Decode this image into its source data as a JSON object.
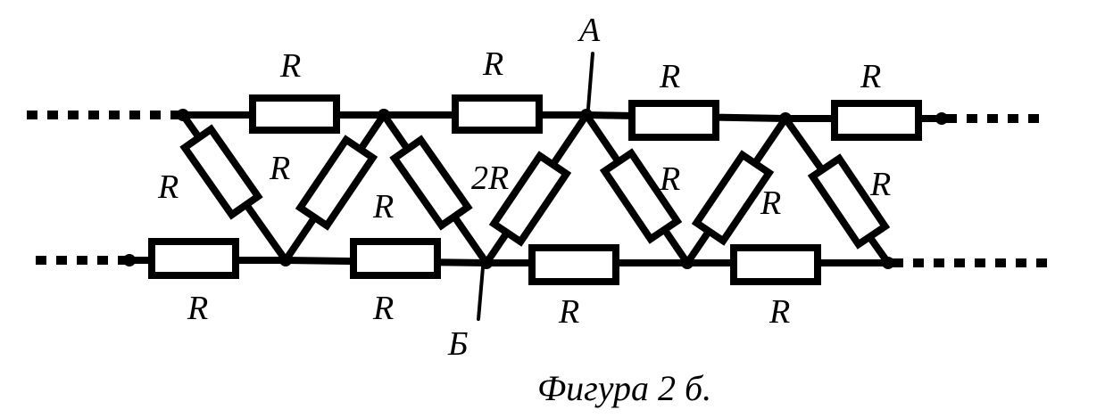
{
  "diagram": {
    "resistor_label": "R",
    "special_resistor_label": "2R",
    "node_a_label": "A",
    "node_b_label": "Б",
    "caption": "Фигура 2 б."
  }
}
